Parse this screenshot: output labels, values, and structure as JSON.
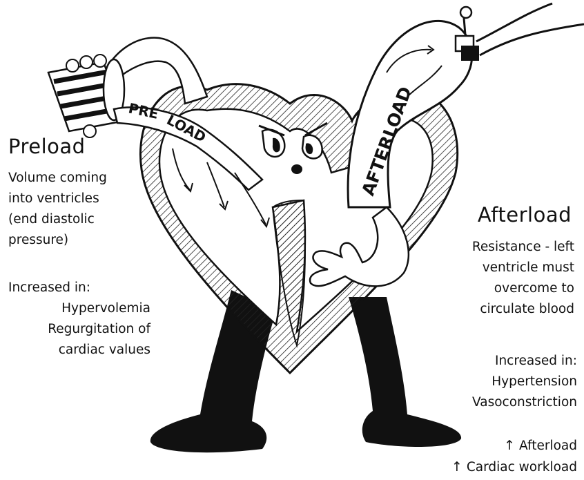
{
  "preload": {
    "title": "Preload",
    "description": [
      "Volume coming",
      "into ventricles",
      "(end diastolic",
      "pressure)"
    ],
    "increased_title": "Increased in:",
    "increased_items": [
      "Hypervolemia",
      "Regurgitation of",
      "cardiac values"
    ]
  },
  "afterload": {
    "title": "Afterload",
    "description": [
      "Resistance - left",
      "ventricle  must",
      "overcome to",
      "circulate blood"
    ],
    "increased_title": "Increased in:",
    "increased_items": [
      "Hypertension",
      "Vasoconstriction"
    ],
    "effects": [
      {
        "arrow": "↑",
        "text": "Afterload"
      },
      {
        "arrow": "↑",
        "text": "Cardiac workload"
      }
    ]
  },
  "illustration": {
    "preload_word_1": "PRE",
    "preload_word_2": "LOAD",
    "afterload_word": "AFTERLOAD"
  }
}
